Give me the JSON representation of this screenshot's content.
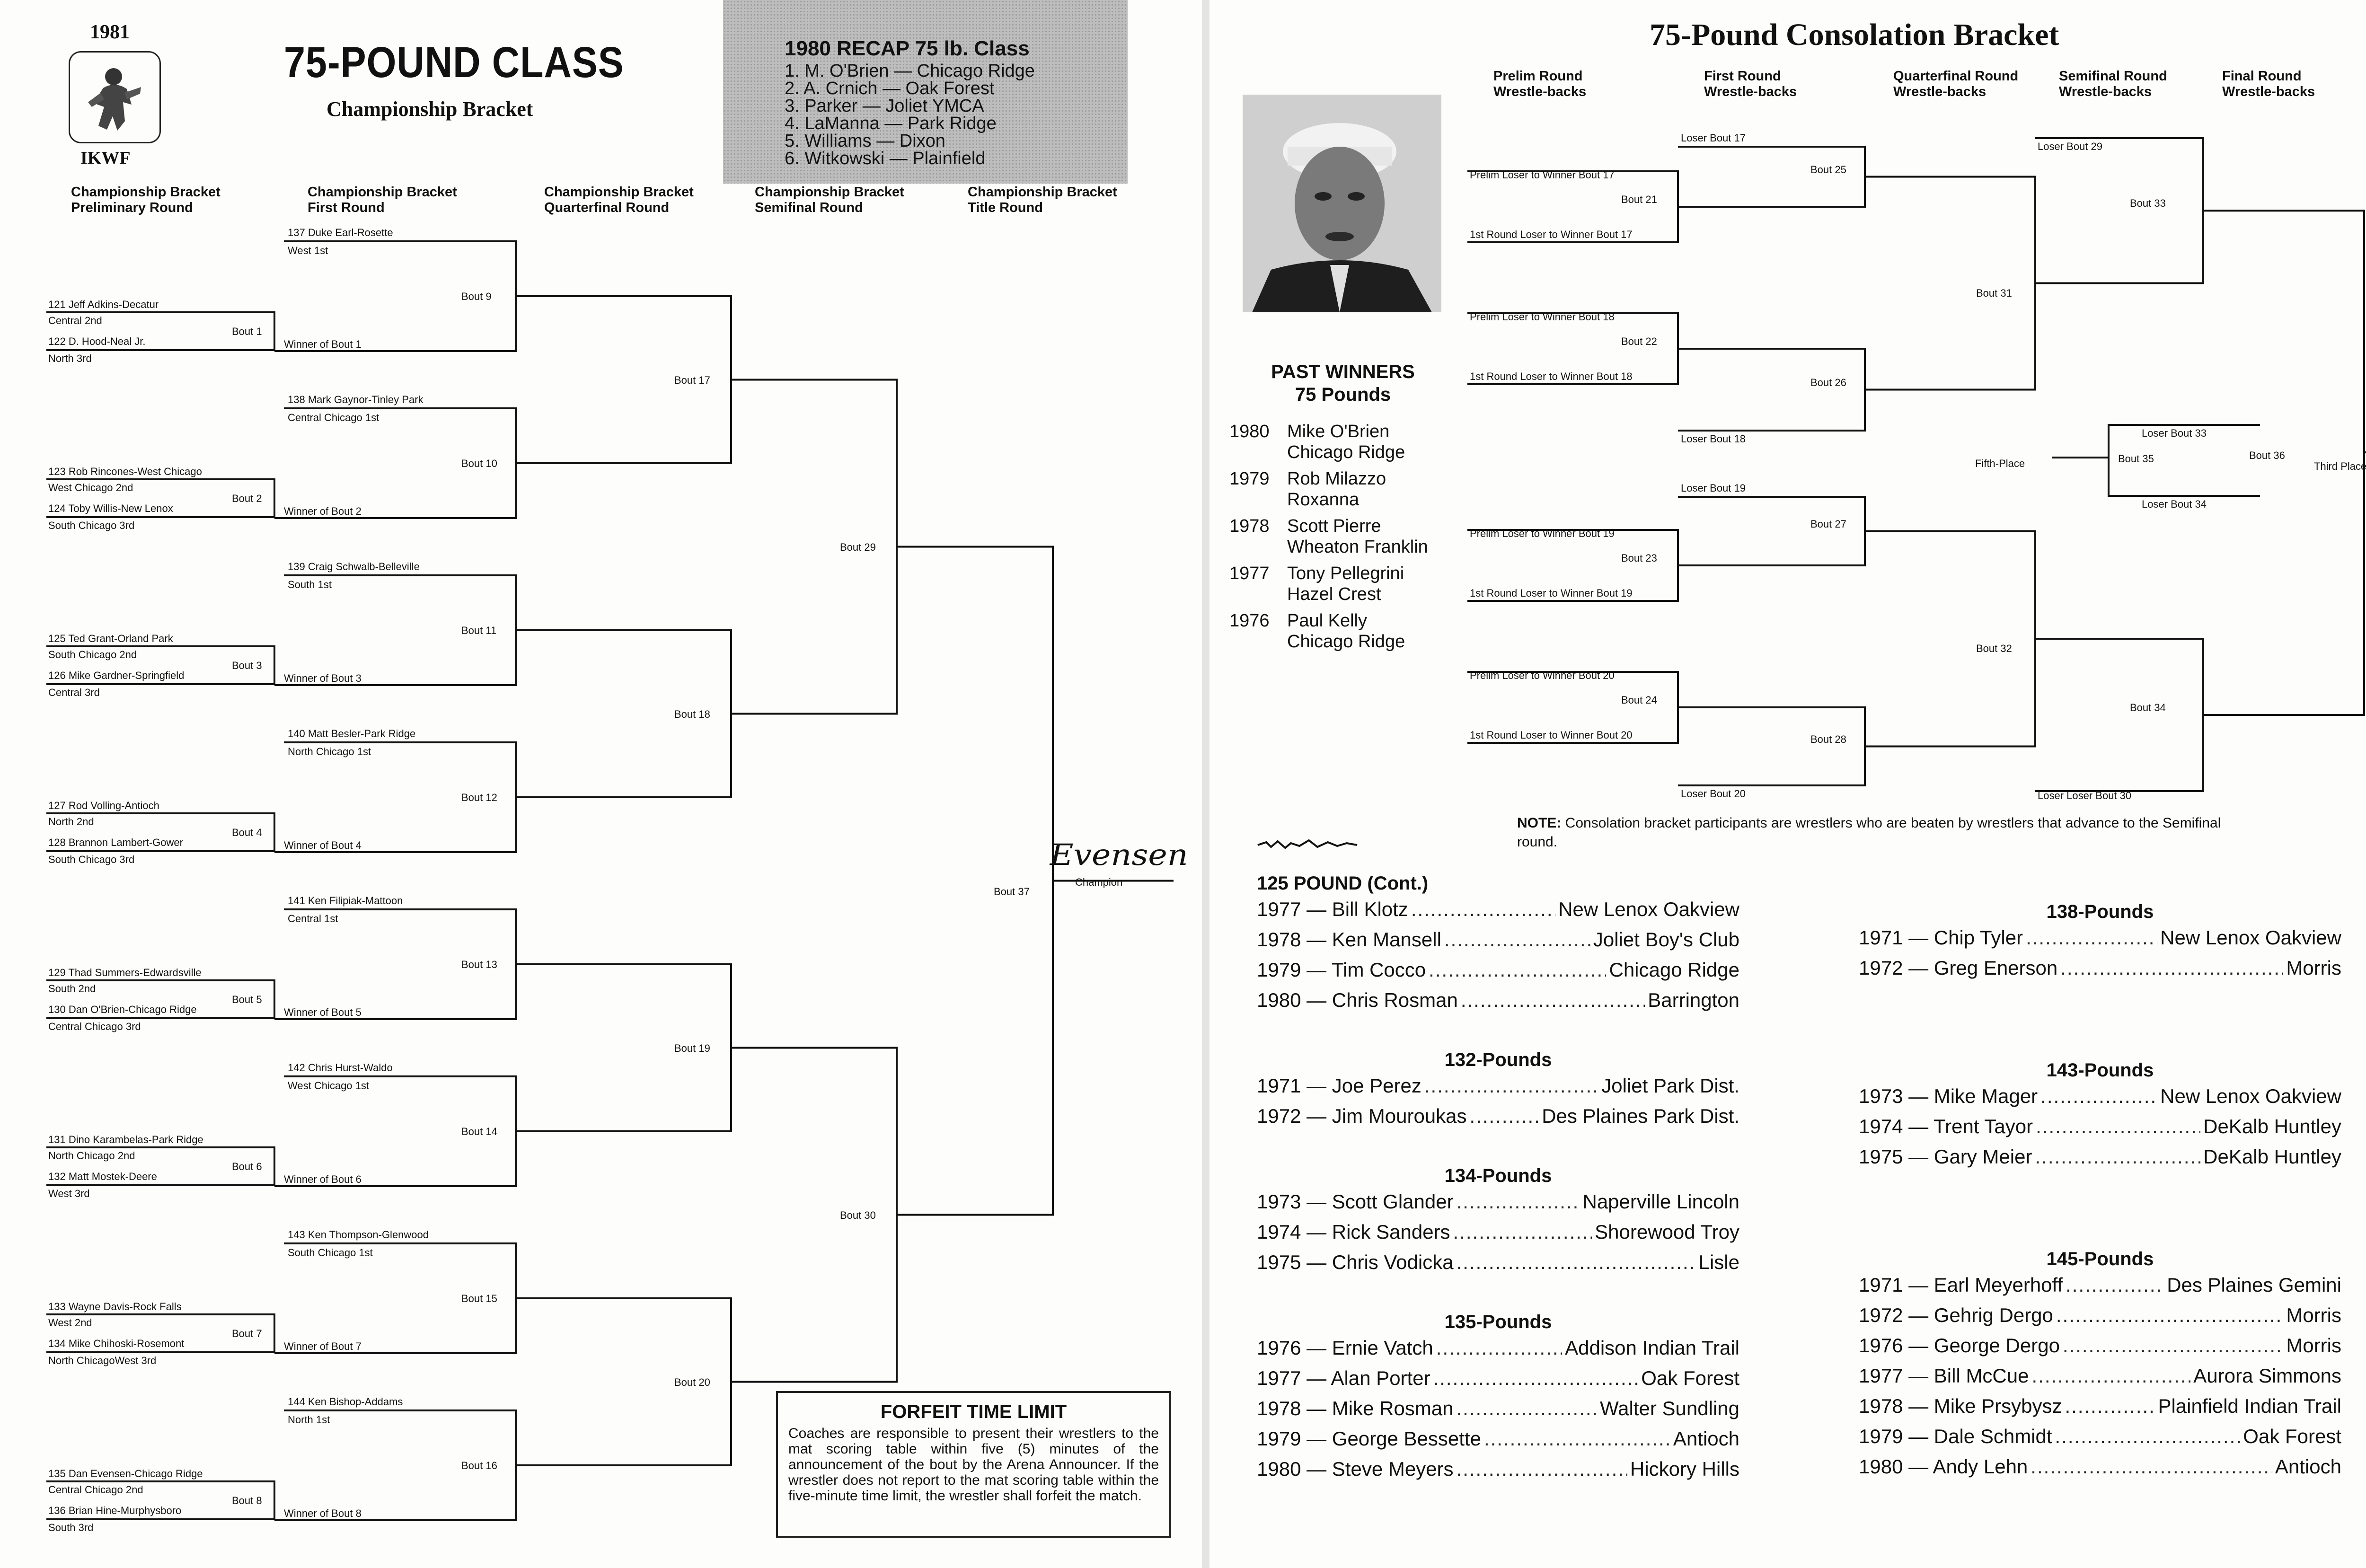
{
  "left": {
    "year": "1981",
    "org": "IKWF",
    "title": "75-POUND CLASS",
    "subtitle": "Championship Bracket",
    "recap": {
      "title": "1980 RECAP    75 lb. Class",
      "entries": [
        "1.  M. O'Brien — Chicago Ridge",
        "2.  A. Crnich — Oak Forest",
        "3.  Parker — Joliet YMCA",
        "4.  LaManna — Park Ridge",
        "5.  Williams — Dixon",
        "6.  Witkowski — Plainfield"
      ]
    },
    "round_headers": [
      [
        "Championship Bracket",
        "Preliminary Round"
      ],
      [
        "Championship Bracket",
        "First Round"
      ],
      [
        "Championship Bracket",
        "Quarterfinal Round"
      ],
      [
        "Championship Bracket",
        "Semifinal Round"
      ],
      [
        "Championship Bracket",
        "Title Round"
      ]
    ],
    "prelim": [
      {
        "top": "121 Jeff Adkins-Decatur",
        "top_seed": "Central 2nd",
        "bot": "122 D. Hood-Neal Jr.",
        "bot_seed": "North 3rd",
        "bout": "Bout  1",
        "winner": "Winner of Bout 1"
      },
      {
        "top": "123 Rob Rincones-West Chicago",
        "top_seed": "West Chicago 2nd",
        "bot": "124 Toby Willis-New Lenox",
        "bot_seed": "South Chicago 3rd",
        "bout": "Bout  2",
        "winner": "Winner of Bout 2"
      },
      {
        "top": "125 Ted Grant-Orland Park",
        "top_seed": "South Chicago 2nd",
        "bot": "126 Mike Gardner-Springfield",
        "bot_seed": "Central 3rd",
        "bout": "Bout  3",
        "winner": "Winner of Bout 3"
      },
      {
        "top": "127 Rod Volling-Antioch",
        "top_seed": "North 2nd",
        "bot": "128 Brannon Lambert-Gower",
        "bot_seed": "South Chicago 3rd",
        "bout": "Bout  4",
        "winner": "Winner of Bout 4"
      },
      {
        "top": "129 Thad Summers-Edwardsville",
        "top_seed": "South 2nd",
        "bot": "130 Dan O'Brien-Chicago Ridge",
        "bot_seed": "Central Chicago 3rd",
        "bout": "Bout  5",
        "winner": "Winner of Bout 5"
      },
      {
        "top": "131 Dino Karambelas-Park Ridge",
        "top_seed": "North Chicago 2nd",
        "bot": "132 Matt Mostek-Deere",
        "bot_seed": "West 3rd",
        "bout": "Bout  6",
        "winner": "Winner of Bout 6"
      },
      {
        "top": "133 Wayne Davis-Rock Falls",
        "top_seed": "West 2nd",
        "bot": "134 Mike Chihoski-Rosemont",
        "bot_seed": "North ChicagoWest 3rd",
        "bout": "Bout  7",
        "winner": "Winner of Bout 7"
      },
      {
        "top": "135 Dan Evensen-Chicago Ridge",
        "top_seed": "Central Chicago 2nd",
        "bot": "136 Brian Hine-Murphysboro",
        "bot_seed": "South 3rd",
        "bout": "Bout  8",
        "winner": "Winner of Bout 8"
      }
    ],
    "first": [
      {
        "name": "137 Duke Earl-Rosette",
        "seed": "West 1st",
        "bout": "Bout   9"
      },
      {
        "name": "138 Mark Gaynor-Tinley Park",
        "seed": "Central Chicago 1st",
        "bout": "Bout  10"
      },
      {
        "name": "139 Craig Schwalb-Belleville",
        "seed": "South 1st",
        "bout": "Bout  11"
      },
      {
        "name": "140 Matt Besler-Park Ridge",
        "seed": "North Chicago 1st",
        "bout": "Bout  12"
      },
      {
        "name": "141 Ken Filipiak-Mattoon",
        "seed": "Central 1st",
        "bout": "Bout  13"
      },
      {
        "name": "142 Chris Hurst-Waldo",
        "seed": "West Chicago 1st",
        "bout": "Bout  14"
      },
      {
        "name": "143 Ken Thompson-Glenwood",
        "seed": "South Chicago 1st",
        "bout": "Bout  15"
      },
      {
        "name": "144 Ken Bishop-Addams",
        "seed": "North 1st",
        "bout": "Bout  16"
      }
    ],
    "qf_bouts": [
      "Bout  17",
      "Bout  18",
      "Bout  19",
      "Bout  20"
    ],
    "sf_bouts": [
      "Bout  29",
      "Bout  30"
    ],
    "final_bout": "Bout  37",
    "champion_signature": "Evensen",
    "champion_label": "Champion",
    "forfeit": {
      "title": "FORFEIT TIME LIMIT",
      "text": "Coaches are responsible to present their wrestlers to the mat scoring table within five (5) minutes of the announcement of the bout by the Arena Announcer. If the wrestler does not report to the mat scoring table within the five-minute time limit, the wrestler shall forfeit the match."
    }
  },
  "right": {
    "title": "75-Pound Consolation Bracket",
    "round_headers": [
      [
        "Prelim Round",
        "Wrestle-backs"
      ],
      [
        "First Round",
        "Wrestle-backs"
      ],
      [
        "Quarterfinal Round",
        "Wrestle-backs"
      ],
      [
        "Semifinal Round",
        "Wrestle-backs"
      ],
      [
        "Final Round",
        "Wrestle-backs"
      ]
    ],
    "prelim": [
      {
        "top": "Prelim Loser to Winner Bout 17",
        "bout": "Bout 21",
        "bot": "1st Round Loser to Winner Bout 17"
      },
      {
        "top": "Prelim Loser to Winner Bout 18",
        "bout": "Bout 22",
        "bot": "1st Round Loser to Winner Bout 18"
      },
      {
        "top": "Prelim Loser to Winner Bout 19",
        "bout": "Bout 23",
        "bot": "1st Round Loser to Winner Bout 19"
      },
      {
        "top": "Prelim Loser to Winner Bout 20",
        "bout": "Bout 24",
        "bot": "1st Round Loser to Winner Bout 20"
      }
    ],
    "first": [
      {
        "loser": "Loser Bout 17",
        "bout": "Bout 25"
      },
      {
        "loser": "Loser Bout 18",
        "bout": "Bout 26"
      },
      {
        "loser": "Loser Bout 19",
        "bout": "Bout 27"
      },
      {
        "loser": "Loser Bout 20",
        "bout": "Bout 28"
      }
    ],
    "qf_bouts": [
      "Bout 31",
      "Bout 32"
    ],
    "sf": [
      {
        "loser": "Loser Bout 29",
        "bout": "Bout 33"
      },
      {
        "loser": "Loser Loser Bout 30",
        "bout": "Bout 34"
      }
    ],
    "final_bout": "Bout 36",
    "third_place": "Third Place",
    "fifth": {
      "top": "Loser Bout 33",
      "bout": "Bout 35",
      "bot": "Loser Bout 34",
      "label": "Fifth-Place"
    },
    "note_label": "NOTE:",
    "note_text": "Consolation bracket participants are wrestlers who are beaten by wrestlers that advance to the Semifinal round.",
    "past_winners": {
      "title": "PAST WINNERS",
      "subtitle": "75 Pounds",
      "entries": [
        {
          "year": "1980",
          "name": "Mike O'Brien",
          "club": "Chicago Ridge"
        },
        {
          "year": "1979",
          "name": "Rob Milazzo",
          "club": "Roxanna"
        },
        {
          "year": "1978",
          "name": "Scott Pierre",
          "club": "Wheaton Franklin"
        },
        {
          "year": "1977",
          "name": "Tony Pellegrini",
          "club": "Hazel Crest"
        },
        {
          "year": "1976",
          "name": "Paul Kelly",
          "club": "Chicago Ridge"
        }
      ]
    },
    "history_left": [
      {
        "title": "125 POUND (Cont.)",
        "entries": [
          {
            "left": "1977 — Bill Klotz",
            "right": "New Lenox Oakview"
          },
          {
            "left": "1978 — Ken Mansell",
            "right": "Joliet Boy's Club"
          },
          {
            "left": "1979 — Tim Cocco",
            "right": "Chicago Ridge"
          },
          {
            "left": "1980 — Chris Rosman",
            "right": "Barrington"
          }
        ]
      },
      {
        "title": "132-Pounds",
        "entries": [
          {
            "left": "1971 — Joe Perez",
            "right": "Joliet Park Dist."
          },
          {
            "left": "1972 — Jim Mouroukas",
            "right": "Des Plaines Park Dist."
          }
        ]
      },
      {
        "title": "134-Pounds",
        "entries": [
          {
            "left": "1973 — Scott Glander",
            "right": "Naperville Lincoln"
          },
          {
            "left": "1974 — Rick Sanders",
            "right": "Shorewood Troy"
          },
          {
            "left": "1975 — Chris Vodicka",
            "right": "Lisle"
          }
        ]
      },
      {
        "title": "135-Pounds",
        "entries": [
          {
            "left": "1976 — Ernie Vatch",
            "right": "Addison Indian Trail"
          },
          {
            "left": "1977 — Alan Porter",
            "right": "Oak Forest"
          },
          {
            "left": "1978 — Mike Rosman",
            "right": "Walter Sundling"
          },
          {
            "left": "1979 — George Bessette",
            "right": "Antioch"
          },
          {
            "left": "1980 — Steve Meyers",
            "right": "Hickory Hills"
          }
        ]
      }
    ],
    "history_right": [
      {
        "title": "138-Pounds",
        "entries": [
          {
            "left": "1971 — Chip Tyler",
            "right": "New Lenox Oakview"
          },
          {
            "left": "1972 — Greg Enerson",
            "right": "Morris"
          }
        ]
      },
      {
        "title": "143-Pounds",
        "entries": [
          {
            "left": "1973 — Mike Mager",
            "right": "New Lenox Oakview"
          },
          {
            "left": "1974 — Trent Tayor",
            "right": "DeKalb Huntley"
          },
          {
            "left": "1975 — Gary Meier",
            "right": "DeKalb Huntley"
          }
        ]
      },
      {
        "title": "145-Pounds",
        "entries": [
          {
            "left": "1971 — Earl Meyerhoff",
            "right": "Des Plaines Gemini"
          },
          {
            "left": "1972 — Gehrig Dergo",
            "right": "Morris"
          },
          {
            "left": "1976 — George Dergo",
            "right": "Morris"
          },
          {
            "left": "1977 — Bill McCue",
            "right": "Aurora Simmons"
          },
          {
            "left": "1978 — Mike Prsybysz",
            "right": "Plainfield Indian Trail"
          },
          {
            "left": "1979 — Dale Schmidt",
            "right": "Oak Forest"
          },
          {
            "left": "1980 — Andy Lehn",
            "right": "Antioch"
          }
        ]
      }
    ]
  }
}
